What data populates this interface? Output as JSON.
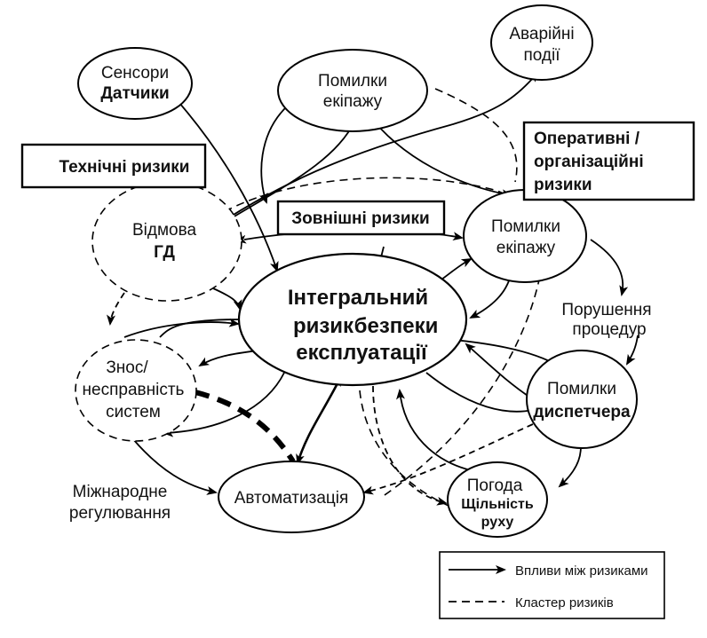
{
  "nodes": {
    "sensors": {
      "line1": "Сенсори",
      "line2": "Датчики"
    },
    "emergency": {
      "line1": "Аварійні",
      "line2": "події"
    },
    "crew_top": {
      "line1": "Помилки",
      "line2": "екіпажу"
    },
    "failure_gd": {
      "line1": "Відмова",
      "line2": "ГД"
    },
    "crew_right": {
      "line1": "Помилки",
      "line2": "екіпажу"
    },
    "integral": {
      "line1": "Інтегральний",
      "line2a": "ризик",
      "line2b": "безпеки",
      "line3": "експлуатації"
    },
    "wear": {
      "line1": "Знос/",
      "line2": "несправність",
      "line3": "систем"
    },
    "dispatcher": {
      "line1": "Помилки",
      "line2": "диспетчера"
    },
    "automation": {
      "line1": "Автоматизація"
    },
    "weather": {
      "line1": "Погода",
      "line2": "Щільність",
      "line3": "руху"
    }
  },
  "free_labels": {
    "procedures": {
      "line1": "Порушення",
      "line2": "процедур"
    },
    "regulation": {
      "line1": "Міжнародне",
      "line2": "регулювання"
    }
  },
  "clusters": {
    "technical": "Технічні ризики",
    "external": "Зовнішні ризики",
    "operational": {
      "line1": "Оперативні /",
      "line2": "організаційні",
      "line3": "ризики"
    }
  },
  "legend": {
    "influence": "Впливи між ризиками",
    "cluster": "Кластер ризиків"
  }
}
